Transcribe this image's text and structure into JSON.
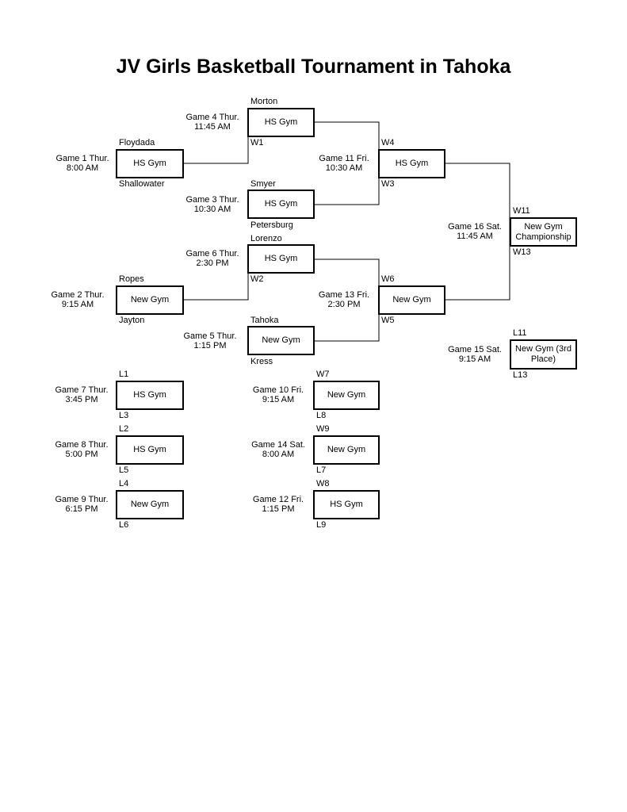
{
  "title": "JV Girls Basketball Tournament in Tahoka",
  "games": {
    "g1": {
      "label": "Game 1 Thur.",
      "time": "8:00 AM",
      "venue": "HS Gym",
      "top": "Floydada",
      "bottom": "Shallowater"
    },
    "g2": {
      "label": "Game 2  Thur.",
      "time": "9:15 AM",
      "venue": "New Gym",
      "top": "Ropes",
      "bottom": "Jayton"
    },
    "g3": {
      "label": "Game 3  Thur.",
      "time": "10:30 AM",
      "venue": "HS Gym",
      "top": "Smyer",
      "bottom": "Petersburg"
    },
    "g4": {
      "label": "Game 4  Thur.",
      "time": "11:45 AM",
      "venue": "HS Gym",
      "top": "Morton",
      "bottom": "W1"
    },
    "g5": {
      "label": "Game 5  Thur.",
      "time": "1:15 PM",
      "venue": "New Gym",
      "top": "Tahoka",
      "bottom": "Kress"
    },
    "g6": {
      "label": "Game 6  Thur.",
      "time": "2:30 PM",
      "venue": "HS Gym",
      "top": "Lorenzo",
      "bottom": "W2"
    },
    "g7": {
      "label": "Game 7  Thur.",
      "time": "3:45 PM",
      "venue": "HS Gym",
      "top": "L1",
      "bottom": "L3"
    },
    "g8": {
      "label": "Game 8  Thur.",
      "time": "5:00 PM",
      "venue": "HS Gym",
      "top": "L2",
      "bottom": "L5"
    },
    "g9": {
      "label": "Game 9  Thur.",
      "time": "6:15 PM",
      "venue": "New Gym",
      "top": "L4",
      "bottom": "L6"
    },
    "g10": {
      "label": "Game 10  Fri.",
      "time": "9:15 AM",
      "venue": "New Gym",
      "top": "W7",
      "bottom": "L8"
    },
    "g11": {
      "label": "Game 11  Fri.",
      "time": "10:30 AM",
      "venue": "HS Gym",
      "top": "W4",
      "bottom": "W3"
    },
    "g12": {
      "label": "Game 12  Fri.",
      "time": "1:15 PM",
      "venue": "HS Gym",
      "top": "W8",
      "bottom": "L9"
    },
    "g13": {
      "label": "Game 13  Fri.",
      "time": "2:30 PM",
      "venue": "New Gym",
      "top": "W6",
      "bottom": "W5"
    },
    "g14": {
      "label": "Game 14  Sat.",
      "time": "8:00 AM",
      "venue": "New Gym",
      "top": "W9",
      "bottom": "L7"
    },
    "g15": {
      "label": "Game 15  Sat.",
      "time": "9:15 AM",
      "venue": "New Gym (3rd Place)",
      "top": "L11",
      "bottom": "L13"
    },
    "g16": {
      "label": "Game 16  Sat.",
      "time": "11:45 AM",
      "venue": "New Gym Championship",
      "top": "W11",
      "bottom": "W13"
    }
  }
}
